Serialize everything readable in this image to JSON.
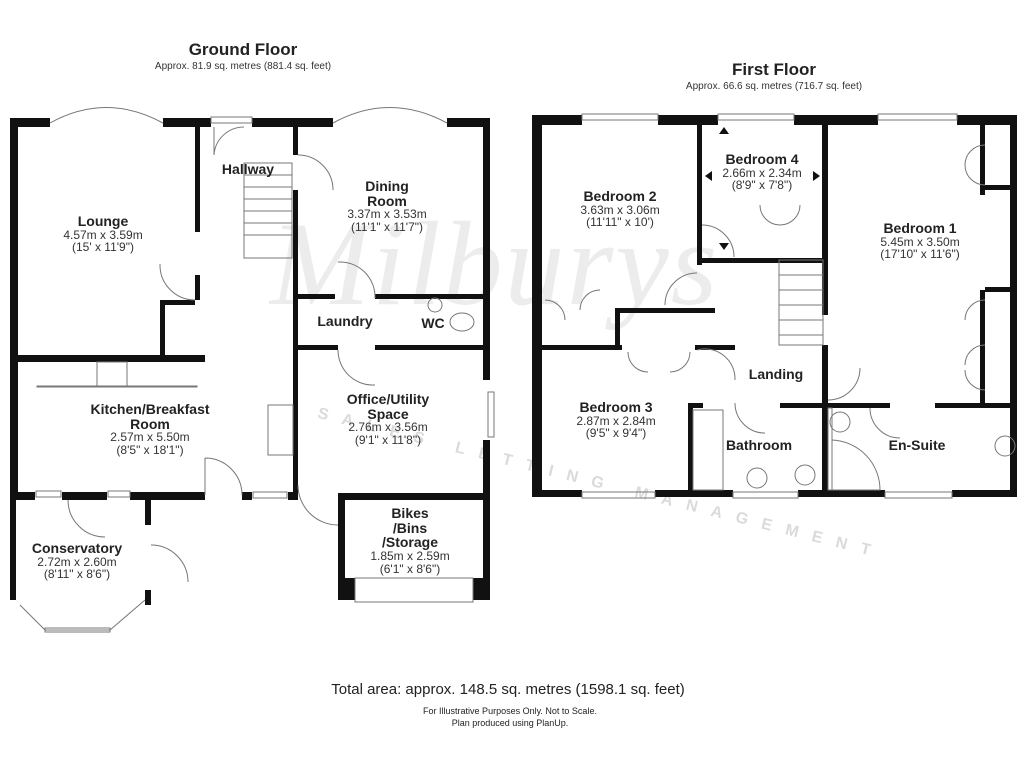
{
  "ground_floor": {
    "title": "Ground Floor",
    "area": "Approx. 81.9 sq. metres (881.4 sq. feet)",
    "rooms": {
      "lounge": {
        "name": "Lounge",
        "metric": "4.57m x 3.59m",
        "imperial": "(15' x 11'9\")"
      },
      "hallway": {
        "name": "Hallway"
      },
      "dining": {
        "name_line1": "Dining",
        "name_line2": "Room",
        "metric": "3.37m x 3.53m",
        "imperial": "(11'1\" x 11'7\")"
      },
      "laundry": {
        "name": "Laundry"
      },
      "wc": {
        "name": "WC"
      },
      "kitchen": {
        "name_line1": "Kitchen/Breakfast",
        "name_line2": "Room",
        "metric": "2.57m x 5.50m",
        "imperial": "(8'5\" x 18'1\")"
      },
      "office": {
        "name_line1": "Office/Utility",
        "name_line2": "Space",
        "metric": "2.76m x 3.56m",
        "imperial": "(9'1\" x 11'8\")"
      },
      "conservatory": {
        "name": "Conservatory",
        "metric": "2.72m x 2.60m",
        "imperial": "(8'11\" x 8'6\")"
      },
      "storage": {
        "name_line1": "Bikes",
        "name_line2": "/Bins",
        "name_line3": "/Storage",
        "metric": "1.85m x 2.59m",
        "imperial": "(6'1\" x 8'6\")"
      }
    }
  },
  "first_floor": {
    "title": "First Floor",
    "area": "Approx. 66.6 sq. metres (716.7 sq. feet)",
    "rooms": {
      "bedroom2": {
        "name": "Bedroom 2",
        "metric": "3.63m x 3.06m",
        "imperial": "(11'11\" x 10')"
      },
      "bedroom4": {
        "name": "Bedroom 4",
        "metric": "2.66m x 2.34m",
        "imperial": "(8'9\" x 7'8\")"
      },
      "bedroom1": {
        "name": "Bedroom 1",
        "metric": "5.45m x 3.50m",
        "imperial": "(17'10\" x 11'6\")"
      },
      "landing": {
        "name": "Landing"
      },
      "bedroom3": {
        "name": "Bedroom 3",
        "metric": "2.87m x 2.84m",
        "imperial": "(9'5\" x 9'4\")"
      },
      "bathroom": {
        "name": "Bathroom"
      },
      "ensuite": {
        "name": "En-Suite"
      }
    }
  },
  "footer": {
    "total": "Total area: approx. 148.5 sq. metres (1598.1 sq. feet)",
    "note1": "For Illustrative Purposes Only. Not to Scale.",
    "note2": "Plan produced using PlanUp."
  },
  "watermark": {
    "brand": "Milburys",
    "tagline": "SALES LETTING MANAGEMENT"
  },
  "colors": {
    "wall": "#111111",
    "background": "#ffffff",
    "watermark": "#b4b4b4"
  }
}
